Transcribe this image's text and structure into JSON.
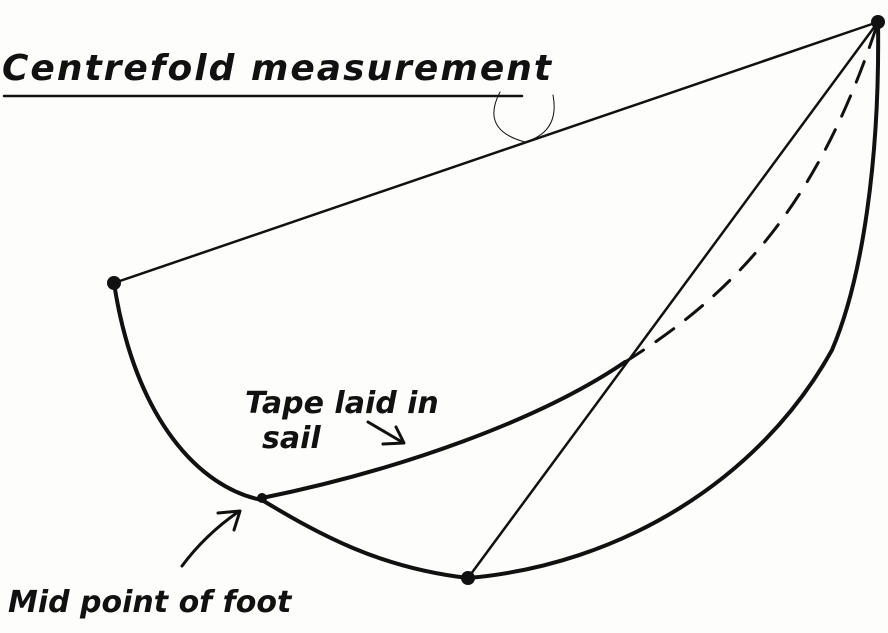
{
  "title": "Centrefold measurement",
  "labels": {
    "tape_line1": "Tape laid in",
    "tape_line2": "sail",
    "foot_mid": "Mid point of foot"
  },
  "colors": {
    "ink": "#111111",
    "paper": "#fdfdfb"
  }
}
